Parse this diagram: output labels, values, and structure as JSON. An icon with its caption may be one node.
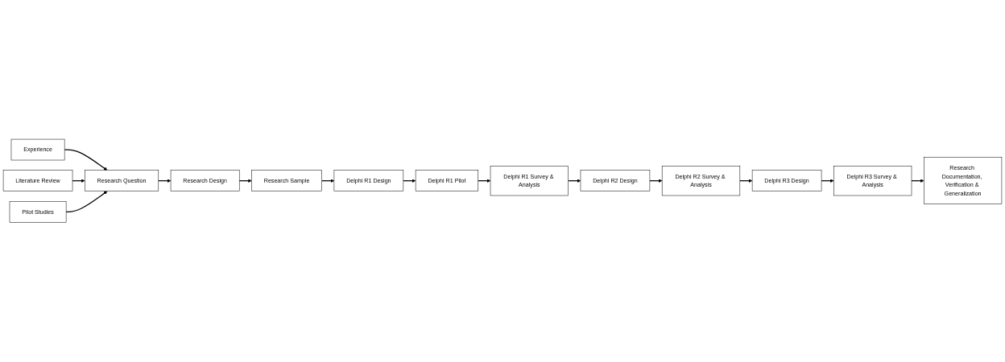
{
  "diagram": {
    "nodes": [
      {
        "text": [
          "Experience"
        ]
      },
      {
        "text": [
          "Literature Review"
        ]
      },
      {
        "text": [
          "Pilot Studies"
        ]
      },
      {
        "text": [
          "Research Question"
        ]
      },
      {
        "text": [
          "Research Design"
        ]
      },
      {
        "text": [
          "Research Sample"
        ]
      },
      {
        "text": [
          "Delphi R1 Design"
        ]
      },
      {
        "text": [
          "Delphi R1 Pilot"
        ]
      },
      {
        "text": [
          "Delphi R1 Survey & Analysis"
        ]
      },
      {
        "text": [
          "Delphi R2 Design"
        ]
      },
      {
        "text": [
          "Delphi R2 Survey & Analysis"
        ]
      },
      {
        "text": [
          "Delphi R3 Design"
        ]
      },
      {
        "text": [
          "Delphi R3 Survey & Analysis"
        ]
      },
      {
        "text": [
          "Research Documentation, Verification & Generalization"
        ]
      }
    ],
    "edges": [
      {
        "from": 0,
        "to": 3,
        "arrow": "to"
      },
      {
        "from": 1,
        "to": 3,
        "arrow": "to"
      },
      {
        "from": 2,
        "to": 3,
        "arrow": "to"
      },
      {
        "from": 3,
        "to": 4,
        "arrow": "to"
      },
      {
        "from": 4,
        "to": 5,
        "arrow": "to"
      },
      {
        "from": 5,
        "to": 6,
        "arrow": "to"
      },
      {
        "from": 6,
        "to": 7,
        "arrow": "to"
      },
      {
        "from": 7,
        "to": 8,
        "arrow": "to"
      },
      {
        "from": 8,
        "to": 9,
        "arrow": "to"
      },
      {
        "from": 9,
        "to": 10,
        "arrow": "to"
      },
      {
        "from": 10,
        "to": 11,
        "arrow": "to"
      },
      {
        "from": 11,
        "to": 12,
        "arrow": "to"
      },
      {
        "from": 12,
        "to": 13,
        "arrow": "to"
      }
    ]
  }
}
